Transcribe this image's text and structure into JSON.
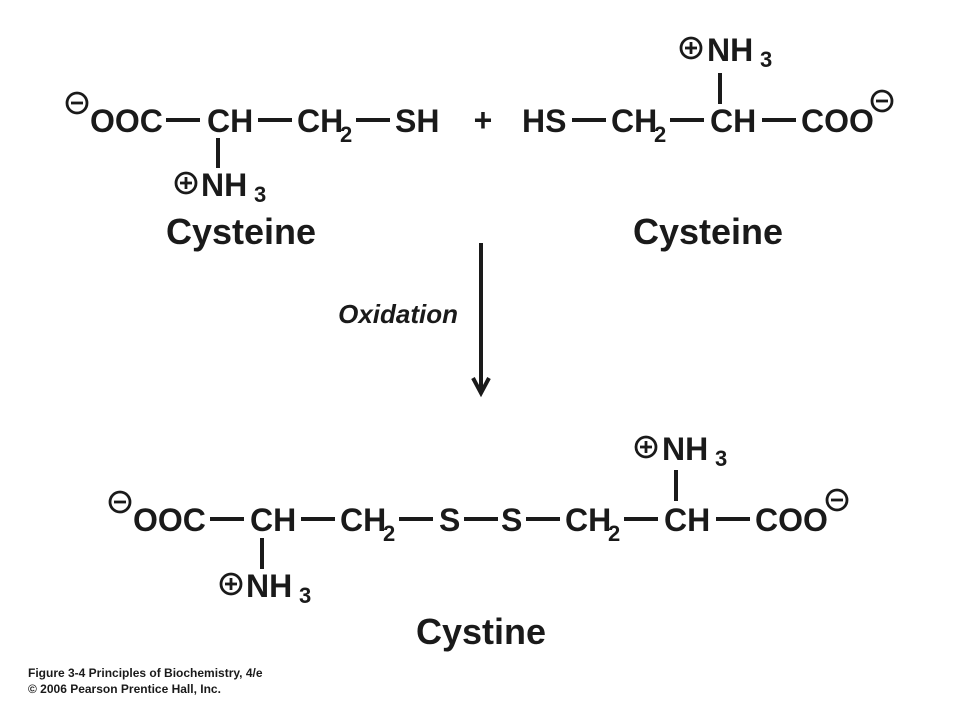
{
  "reactant_left": {
    "ooc": "OOC",
    "ch": "CH",
    "ch2": "CH",
    "ch2_sub": "2",
    "sh": "SH",
    "nh": "NH",
    "nh_sub": "3",
    "name": "Cysteine"
  },
  "plus_sign": "+",
  "reactant_right": {
    "hs": "HS",
    "ch2": "CH",
    "ch2_sub": "2",
    "ch": "CH",
    "coo": "COO",
    "nh": "NH",
    "nh_sub": "3",
    "name": "Cysteine"
  },
  "step_label": "Oxidation",
  "product": {
    "ooc": "OOC",
    "ch_left": "CH",
    "ch2_left": "CH",
    "ch2_left_sub": "2",
    "s_left": "S",
    "s_right": "S",
    "ch2_right": "CH",
    "ch2_right_sub": "2",
    "ch_right": "CH",
    "coo": "COO",
    "nh_left": "NH",
    "nh_left_sub": "3",
    "nh_right": "NH",
    "nh_right_sub": "3",
    "name": "Cystine"
  },
  "credit": {
    "line1": "Figure 3-4  Principles of Biochemistry, 4/e",
    "line2": "© 2006 Pearson Prentice Hall, Inc."
  }
}
